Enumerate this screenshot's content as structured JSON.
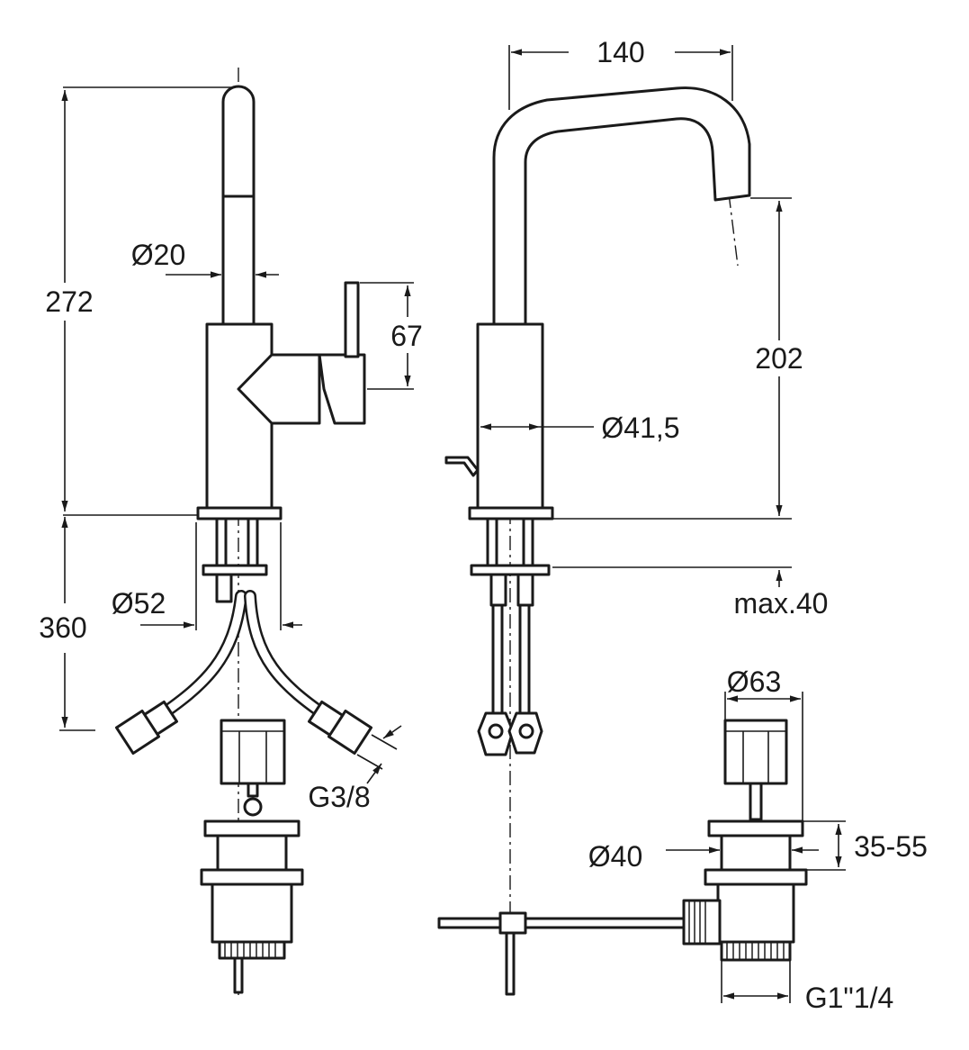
{
  "dimensions": {
    "height_total": "272",
    "spout_diameter": "Ø20",
    "lever_height": "67",
    "below_deck": "360",
    "flange_diameter": "Ø52",
    "hose_thread": "G3/8",
    "spout_reach": "140",
    "spout_height": "202",
    "body_diameter": "Ø41,5",
    "deck_thickness": "max.40",
    "waste_head_diameter": "Ø63",
    "waste_pipe_diameter": "Ø40",
    "waste_range": "35-55",
    "waste_thread": "G1\"1/4"
  },
  "colors": {
    "line": "#1a1a1a",
    "background": "#ffffff"
  }
}
